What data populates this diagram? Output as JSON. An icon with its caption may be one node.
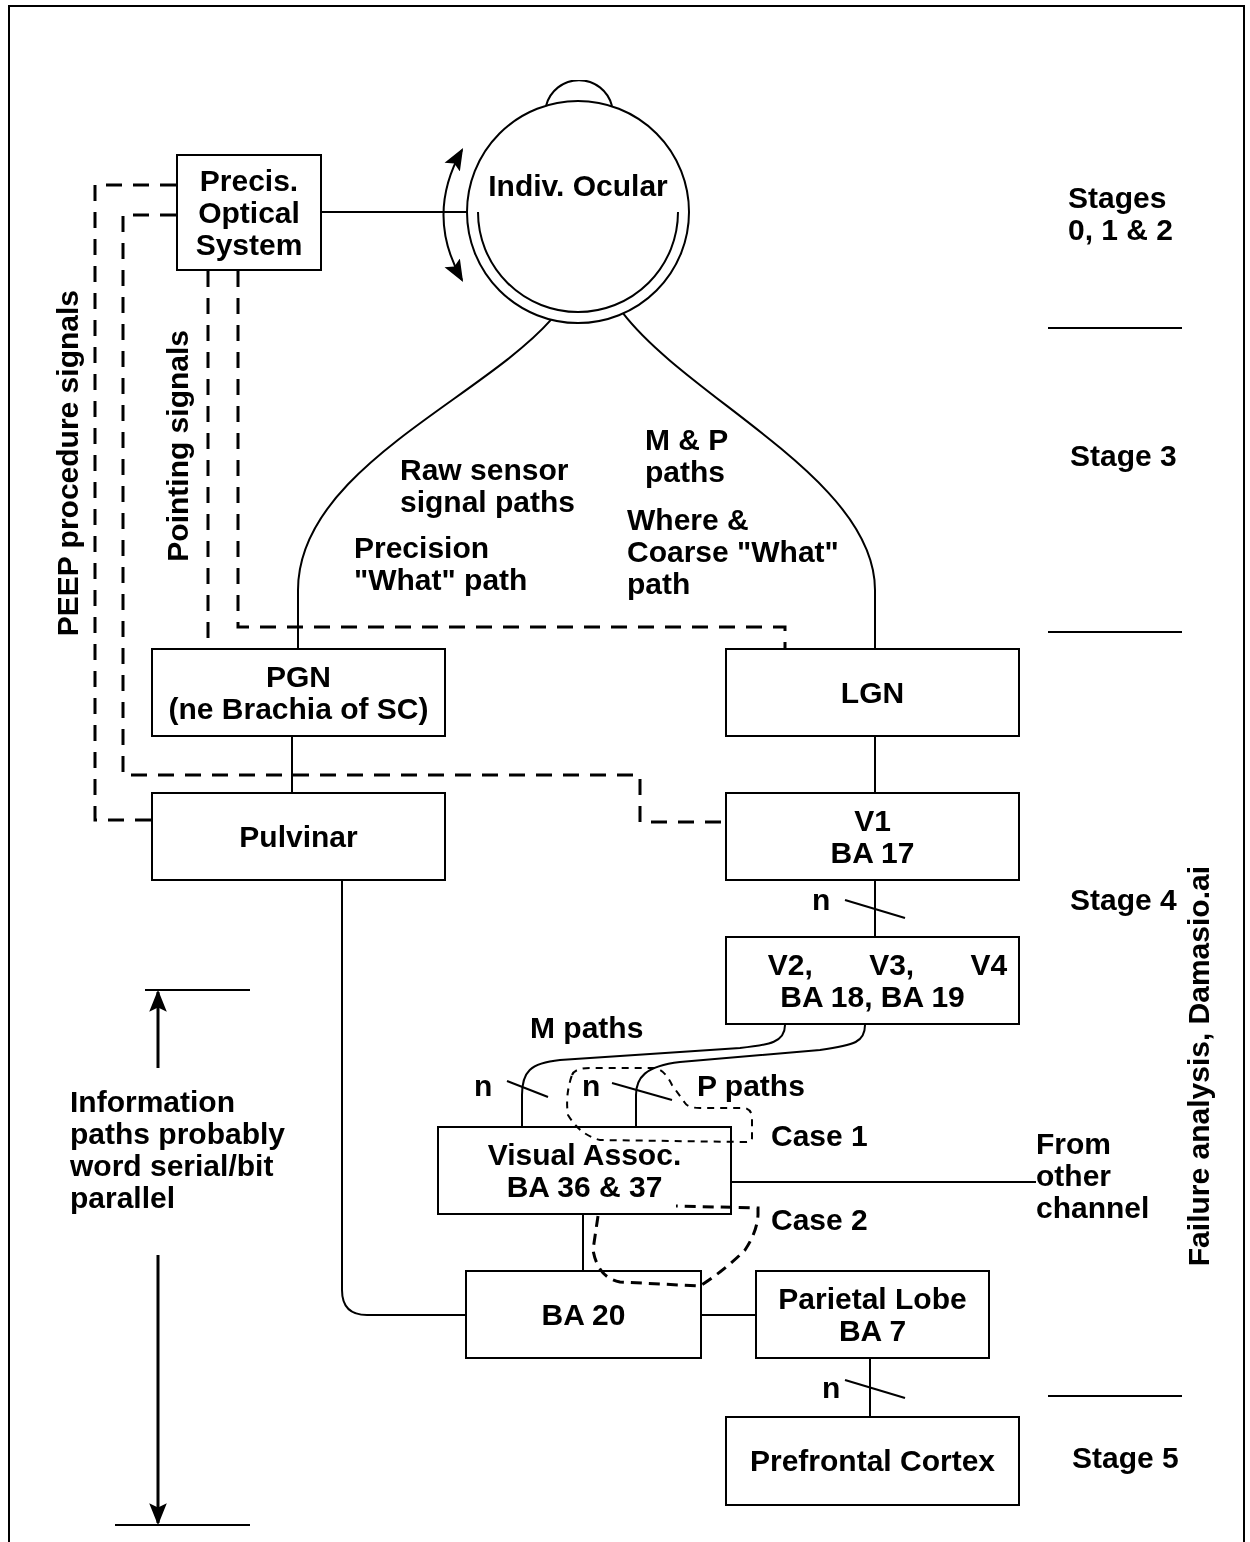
{
  "diagram": {
    "nodes": [
      {
        "text": [
          "Precis. Optical System"
        ]
      },
      {
        "text": [
          "Indiv. Ocular"
        ]
      },
      {
        "text": [
          "PGN",
          "(ne Brachia of SC)"
        ]
      },
      {
        "text": [
          "LGN"
        ]
      },
      {
        "text": [
          "Pulvinar"
        ]
      },
      {
        "text": [
          "V1",
          "BA 17"
        ]
      },
      {
        "text": [
          "V2, V3, V4",
          "BA 18, BA 19"
        ]
      },
      {
        "text": [
          "Visual Assoc.",
          "BA 36 & 37"
        ]
      },
      {
        "text": [
          "BA 20"
        ]
      },
      {
        "text": [
          "Parietal Lobe",
          "BA 7"
        ]
      },
      {
        "text": [
          "Prefrontal Cortex"
        ]
      },
      {
        "text": [
          "From other channel"
        ]
      }
    ],
    "edges": [
      {
        "from": 0,
        "to": 1,
        "arrow": "none"
      },
      {
        "from": 1,
        "to": 2,
        "arrow": "none"
      },
      {
        "from": 1,
        "to": 3,
        "arrow": "none"
      },
      {
        "from": 3,
        "to": 5,
        "arrow": "none"
      },
      {
        "from": 2,
        "to": 4,
        "arrow": "none"
      },
      {
        "from": 5,
        "to": 6,
        "arrow": "none"
      },
      {
        "from": 6,
        "to": 7,
        "arrow": "none"
      },
      {
        "from": 6,
        "to": 7,
        "arrow": "none"
      },
      {
        "from": 7,
        "to": 8,
        "arrow": "none"
      },
      {
        "from": 4,
        "to": 8,
        "arrow": "none"
      },
      {
        "from": 8,
        "to": 9,
        "arrow": "none"
      },
      {
        "from": 9,
        "to": 10,
        "arrow": "none"
      },
      {
        "from": 11,
        "to": 7,
        "arrow": "none"
      },
      {
        "from": 0,
        "to": 4,
        "arrow": "none",
        "style": "dashed"
      },
      {
        "from": 0,
        "to": 5,
        "arrow": "none",
        "style": "dashed"
      },
      {
        "from": 0,
        "to": 2,
        "arrow": "none",
        "style": "dashed"
      },
      {
        "from": 0,
        "to": 3,
        "arrow": "none",
        "style": "dashed"
      }
    ],
    "labels": [
      "Stages 0, 1 & 2",
      "PEEP procedure signals",
      "Pointing signals",
      "Stage 3",
      "M & P paths",
      "Raw sensor signal paths",
      "Where & Coarse \"What\" path",
      "Precision \"What\" path",
      "n",
      "Stage 4",
      "M paths",
      "n",
      "n",
      "P paths",
      "Case 1",
      "Case 2",
      "Information paths probably word serial/bit parallel",
      "Failure analysis, Damasio.ai",
      "n",
      "Stage 5"
    ]
  }
}
